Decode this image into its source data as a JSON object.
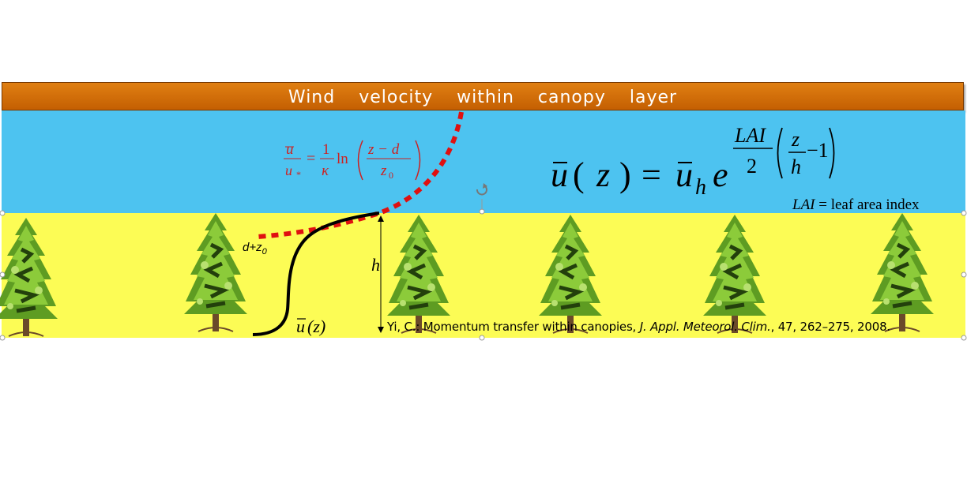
{
  "title": "Wind velocity within canopy layer",
  "log_equation": {
    "lhs_num": "u",
    "lhs_den": "u",
    "lhs_den_sub": "*",
    "coef_num": "1",
    "coef_den": "κ",
    "ln": "ln",
    "arg_num": "z − d",
    "arg_den": "z",
    "arg_den_sub": "0"
  },
  "exp_equation": {
    "u_sym": "u",
    "z_sym": "z",
    "uh_sub": "h",
    "e_sym": "e",
    "exp_num": "LAI",
    "exp_den": "2",
    "z_over_num": "z",
    "z_over_den": "h",
    "minus_one": "−1"
  },
  "lai_note": {
    "lai": "LAI",
    "rest": " = leaf area index"
  },
  "labels": {
    "d_z0": "d+z",
    "d_z0_sub": "0",
    "h": "h",
    "u_z_sym": "u",
    "u_z_arg": "(z)"
  },
  "citation": {
    "authors": "Yi, C.: Momentum transfer within canopies, ",
    "journal": "J. Appl. Meteorol. Clim.",
    "rest": ", 47, 262–275, 2008."
  },
  "colors": {
    "banner": "#d06b06",
    "sky": "#4dc3f0",
    "ground": "#fcfc55",
    "log_profile": "#e01010",
    "canopy_profile": "#000000",
    "equation_red": "#cc2222"
  }
}
